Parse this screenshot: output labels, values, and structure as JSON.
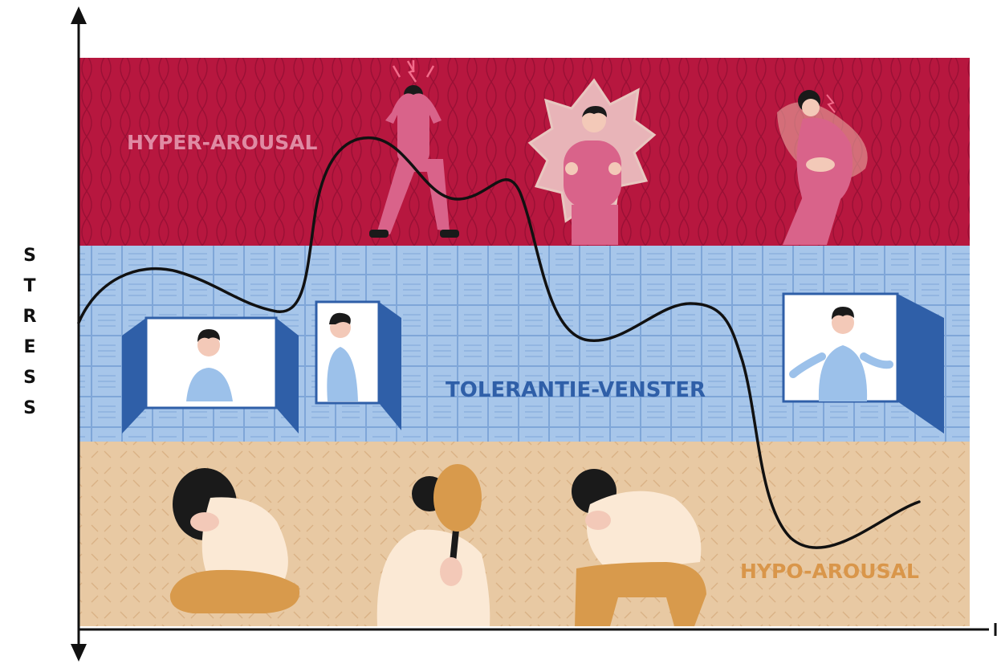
{
  "diagram": {
    "y_axis_label_letters": [
      "S",
      "T",
      "R",
      "E",
      "S",
      "S"
    ],
    "zones": {
      "hyper": {
        "label": "HYPER-AROUSAL",
        "color": "#b7173f",
        "label_color": "#e08aa3"
      },
      "window": {
        "label": "TOLERANTIE-VENSTER",
        "color": "#a7c6ea",
        "label_color": "#2f5fa8"
      },
      "hypo": {
        "label": "HYPO-AROUSAL",
        "color": "#e8c9a3",
        "label_color": "#d9964a"
      }
    },
    "colors": {
      "axis": "#111111",
      "curve": "#111111",
      "hyper_figure": "#d9638a",
      "window_figure": "#9cc1ea",
      "window_frame": "#2f5fa8",
      "hypo_shirt": "#fbe9d5",
      "hypo_pants": "#d89a4c",
      "hair": "#1a1a1a",
      "skin": "#f3c9b8"
    },
    "figures": {
      "hyper": [
        "figure-head-holding",
        "figure-spiky-outline",
        "figure-clutching-stomach"
      ],
      "window": [
        "figure-in-window-left",
        "figure-in-window-side",
        "figure-shrugging-window"
      ],
      "hypo": [
        "figure-sitting-head-in-hands",
        "figure-holding-mask",
        "figure-slumped-forward"
      ]
    }
  }
}
